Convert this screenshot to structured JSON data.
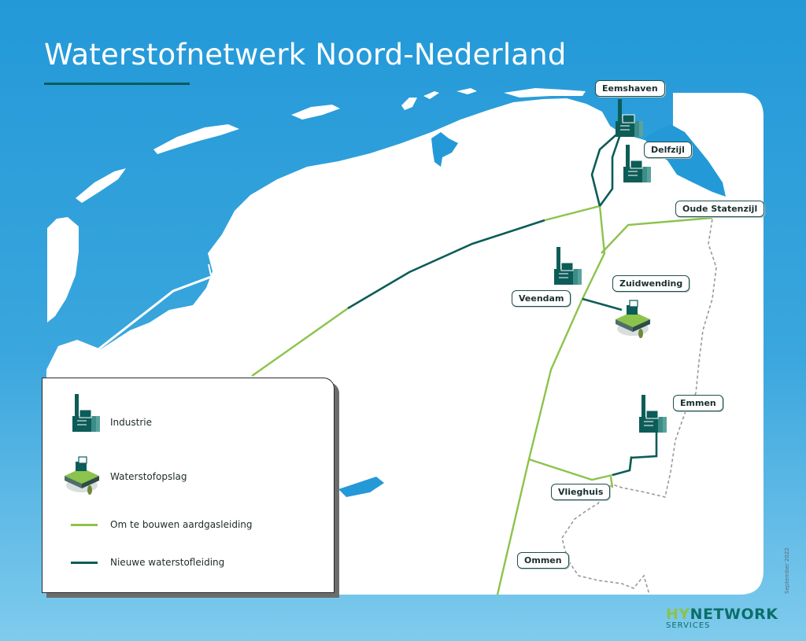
{
  "title": "Waterstofnetwerk Noord-Nederland",
  "places": {
    "eemshaven": "Eemshaven",
    "delfzijl": "Delfzijl",
    "oude_statenzijl": "Oude Statenzijl",
    "veendam": "Veendam",
    "zuidwending": "Zuidwending",
    "emmen": "Emmen",
    "vlieghuis": "Vlieghuis",
    "ommen": "Ommen"
  },
  "legend": {
    "industry": "Industrie",
    "storage": "Waterstofopslag",
    "gas_pipeline": "Om te bouwen aardgasleiding",
    "hydrogen_pipeline": "Nieuwe waterstofleiding"
  },
  "colors": {
    "sea": "#2399d8",
    "land": "#ffffff",
    "gas_pipeline": "#8cc34b",
    "hydrogen_pipeline": "#0c5c58",
    "border": "#9a9a9a",
    "industry_icon": "#0c5c58",
    "storage_icon": "#8cc34b"
  },
  "icons": {
    "industry": "factory-icon",
    "storage": "hydrogen-storage-icon"
  },
  "date": "September 2022",
  "logo": {
    "primary": "HY",
    "secondary": "NETWORK",
    "sub": "SERVICES"
  }
}
